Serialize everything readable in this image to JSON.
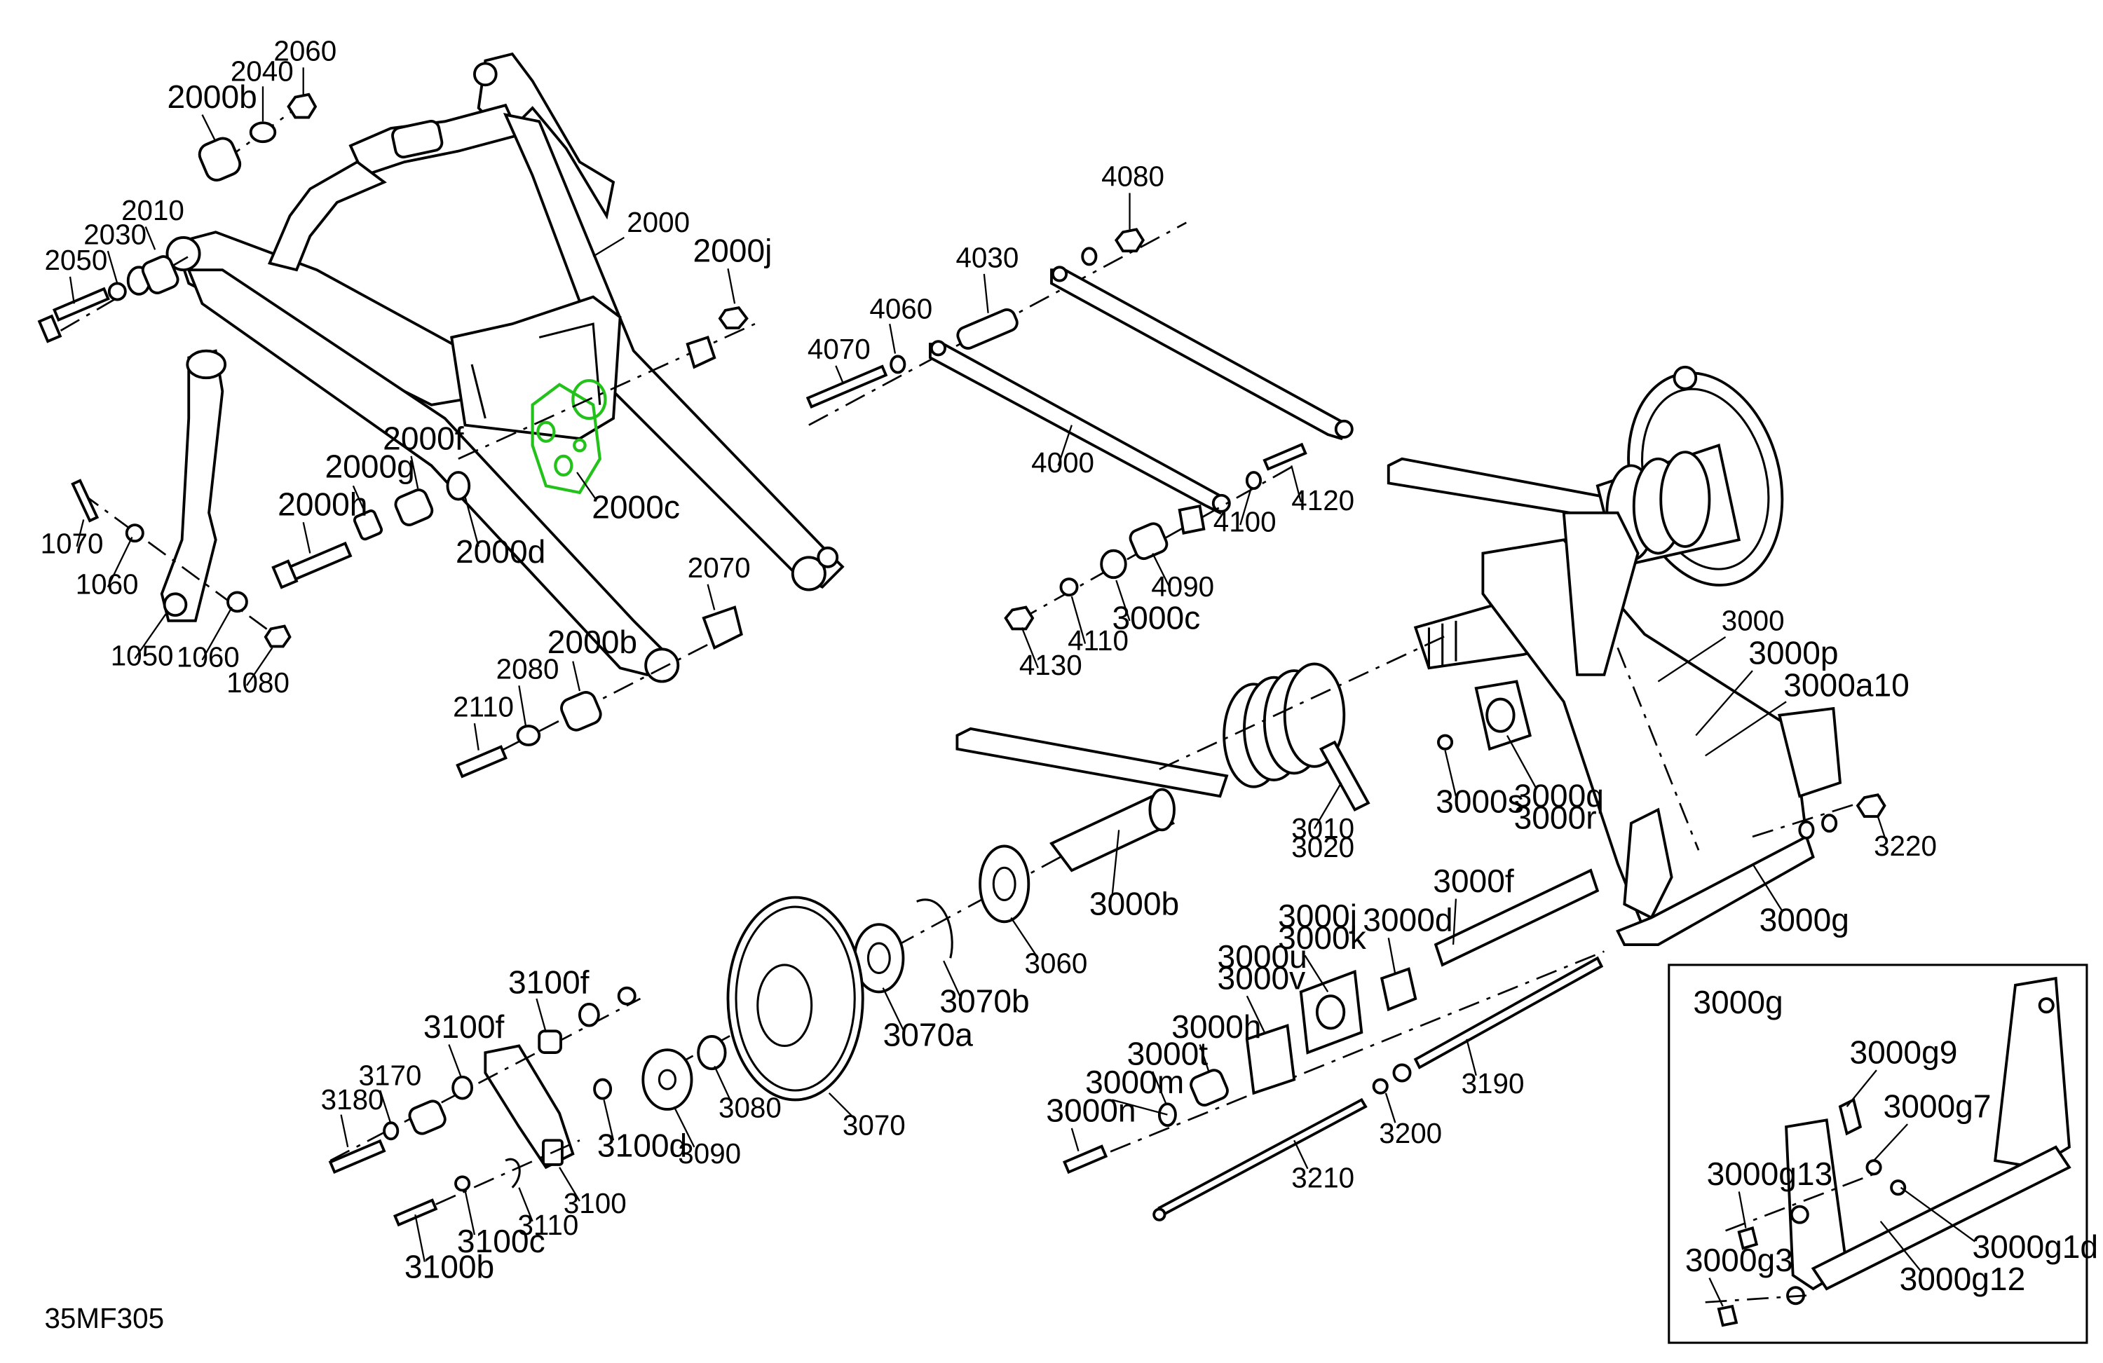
{
  "diagram_id": "35MF305",
  "detail_title": "3000g",
  "labels": {
    "l2060": "2060",
    "l2040": "2040",
    "l2000b_top": "2000b",
    "l2010": "2010",
    "l2030": "2030",
    "l2050": "2050",
    "l2000": "2000",
    "l2000j": "2000j",
    "l2000f": "2000f",
    "l2000g": "2000g",
    "l2000h": "2000h",
    "l2000c": "2000c",
    "l2000d": "2000d",
    "l2070": "2070",
    "l2000b_bot": "2000b",
    "l2080": "2080",
    "l2110": "2110",
    "l1070": "1070",
    "l1060a": "1060",
    "l1050": "1050",
    "l1060b": "1060",
    "l1080": "1080",
    "l4080": "4080",
    "l4030": "4030",
    "l4060": "4060",
    "l4070": "4070",
    "l4000": "4000",
    "l4120": "4120",
    "l4100": "4100",
    "l4090": "4090",
    "l3000c": "3000c",
    "l4110": "4110",
    "l4130": "4130",
    "l3000": "3000",
    "l3000p": "3000p",
    "l3000a10": "3000a10",
    "l3000s": "3000s",
    "l3000q": "3000q",
    "l3000r": "3000r",
    "l3010": "3010",
    "l3020": "3020",
    "l3220": "3220",
    "l3000g": "3000g",
    "l3000b": "3000b",
    "l3060": "3060",
    "l3070b": "3070b",
    "l3070a": "3070a",
    "l3070": "3070",
    "l3080": "3080",
    "l3090": "3090",
    "l3100f_a": "3100f",
    "l3100f_b": "3100f",
    "l3170": "3170",
    "l3180": "3180",
    "l3100d": "3100d",
    "l3100": "3100",
    "l3110": "3110",
    "l3100c": "3100c",
    "l3100b": "3100b",
    "l3000f": "3000f",
    "l3000d": "3000d",
    "l3000j": "3000j",
    "l3000k": "3000k",
    "l3000u": "3000u",
    "l3000v": "3000v",
    "l3000h": "3000h",
    "l3000t": "3000t",
    "l3000m": "3000m",
    "l3000n": "3000n",
    "l3190": "3190",
    "l3200": "3200",
    "l3210": "3210",
    "l3000g9": "3000g9",
    "l3000g7": "3000g7",
    "l3000g13": "3000g13",
    "l3000g1d": "3000g1d",
    "l3000g3": "3000g3",
    "l3000g12": "3000g12"
  },
  "colors": {
    "line": "#000000",
    "background": "#ffffff",
    "highlight": "#22c21a"
  }
}
